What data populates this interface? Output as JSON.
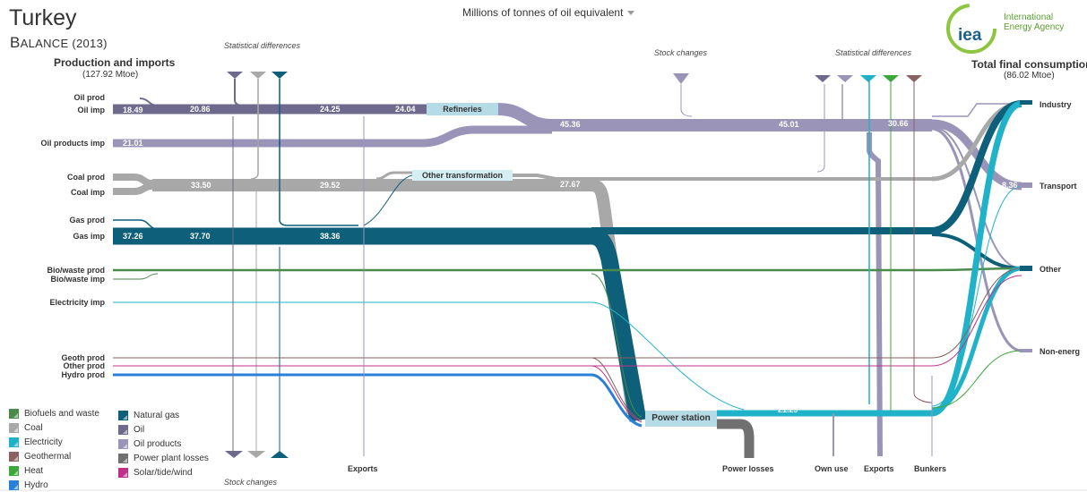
{
  "header": {
    "country": "Turkey",
    "balance_initial": "B",
    "balance_rest": "ALANCE (2013)",
    "units_label": "Millions of tonnes of oil equivalent"
  },
  "logo": {
    "line1": "International",
    "line2": "Energy Agency",
    "mark": "iea"
  },
  "left_header": {
    "title": "Production and imports",
    "total": "(127.92 Mtoe)"
  },
  "right_header": {
    "title": "Total final consumption",
    "total": "(86.02 Mtoe)"
  },
  "top_labels": {
    "stat_diff_left": "Statistical differences",
    "stock_changes_top": "Stock  changes",
    "stat_diff_right": "Statistical differences",
    "stock_changes_bottom": "Stock changes"
  },
  "sources": [
    "Oil prod",
    "Oil imp",
    "Oil products imp",
    "Coal prod",
    "Coal imp",
    "Gas prod",
    "Gas imp",
    "Bio/waste prod",
    "Bio/waste imp",
    "Electricity imp",
    "Geoth prod",
    "Other prod",
    "Hydro prod"
  ],
  "nodes": {
    "refineries": "Refineries",
    "other_transformation": "Other transformation",
    "power_station": "Power station"
  },
  "sinks": [
    "Industry",
    "Transport",
    "Other",
    "Non-energ"
  ],
  "bottom_labels": [
    "Exports",
    "Power losses",
    "Own use",
    "Exports",
    "Bunkers"
  ],
  "flow_values": {
    "oil_imp_1": "18.49",
    "oil_imp_2": "20.86",
    "oil_imp_3": "24.25",
    "oil_imp_4": "24.04",
    "oil_products_imp": "21.01",
    "oil_products_1": "45.36",
    "oil_products_2": "45.01",
    "oil_products_3": "30.66",
    "coal_1": "33.50",
    "coal_2": "29.52",
    "coal_3": "27.67",
    "gas_1": "37.26",
    "gas_2": "37.70",
    "gas_3": "38.36",
    "electricity": "21.29",
    "transport_in": "8.36"
  },
  "legend": [
    {
      "label": "Biofuels and waste",
      "color": "#4a8a4a"
    },
    {
      "label": "Coal",
      "color": "#a8a8a8"
    },
    {
      "label": "Electricity",
      "color": "#20b2c8"
    },
    {
      "label": "Geothermal",
      "color": "#8a6060"
    },
    {
      "label": "Heat",
      "color": "#3aa83a"
    },
    {
      "label": "Hydro",
      "color": "#2a80d8"
    },
    {
      "label": "Natural gas",
      "color": "#0e5f7a"
    },
    {
      "label": "Oil",
      "color": "#6e6a8e"
    },
    {
      "label": "Oil products",
      "color": "#9a94b8"
    },
    {
      "label": "Power plant losses",
      "color": "#707070"
    },
    {
      "label": "Solar/tide/wind",
      "color": "#c0308a"
    }
  ]
}
